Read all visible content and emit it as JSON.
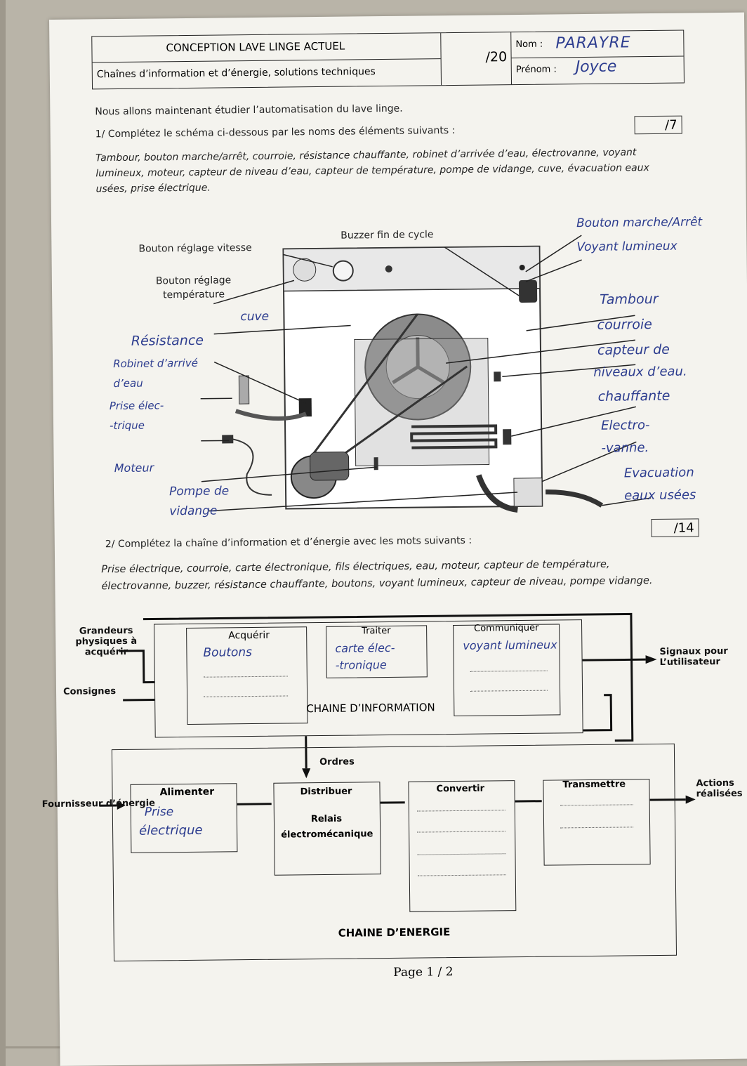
{
  "header": {
    "title": "CONCEPTION LAVE LINGE ACTUEL",
    "subtitle": "Chaînes d’information et d’énergie, solutions techniques",
    "score": "/20",
    "nom_label": "Nom :",
    "nom_value": "PARAYRE",
    "prenom_label": "Prénom :",
    "prenom_value": "Joyce"
  },
  "intro": "Nous allons maintenant étudier l’automatisation du lave linge.",
  "q1": {
    "title": "1/ Complétez le schéma ci-dessous par les noms des éléments suivants :",
    "score": "/7",
    "words_line1": "Tambour, bouton marche/arrêt, courroie, résistance chauffante, robinet d’arrivée d’eau, électrovanne, voyant",
    "words_line2": "lumineux, moteur, capteur de niveau d’eau, capteur de température, pompe de vidange, cuve, évacuation eaux",
    "words_line3": "usées, prise électrique."
  },
  "diagram": {
    "printed": {
      "vitesse": "Bouton réglage vitesse",
      "buzzer": "Buzzer fin de cycle",
      "temp1": "Bouton réglage",
      "temp2": "température"
    },
    "answers_left": [
      "cuve",
      "Résistance",
      "Robinet d’arrivé",
      "d’eau",
      "Prise élec-",
      "-trique",
      "Moteur",
      "Pompe de",
      "vidange"
    ],
    "answers_right": [
      "Bouton marche/Arrêt",
      "Voyant lumineux",
      "Tambour",
      "courroie",
      "capteur de",
      "niveaux d’eau.",
      "chauffante",
      "Electro-",
      "-vanne.",
      "Evacuation",
      "eaux usées"
    ]
  },
  "q2": {
    "title": "2/ Complétez la chaîne d’information et d’énergie avec les mots suivants :",
    "score": "/14",
    "words_line1": "Prise électrique, courroie, carte électronique, fils électriques, eau, moteur, capteur de température,",
    "words_line2": "électrovanne, buzzer, résistance chauffante, boutons, voyant lumineux, capteur de niveau, pompe vidange."
  },
  "info_chain": {
    "inputs_label": "Grandeurs physiques à acquérir",
    "consignes": "Consignes",
    "output": "Signaux pour L’utilisateur",
    "acquerir": "Acquérir",
    "acquerir_answer": "Boutons",
    "traiter": "Traiter",
    "traiter_answer1": "carte élec-",
    "traiter_answer2": "-tronique",
    "communiquer": "Communiquer",
    "communiquer_answer": "voyant lumineux",
    "title": "CHAINE D’INFORMATION",
    "ordres": "Ordres"
  },
  "energy_chain": {
    "fournisseur": "Fournisseur d’énergie",
    "actions": "Actions réalisées",
    "alimenter": "Alimenter",
    "alimenter_answer1": "Prise",
    "alimenter_answer2": "électrique",
    "distribuer": "Distribuer",
    "distribuer_value": "Relais électromécanique",
    "convertir": "Convertir",
    "transmettre": "Transmettre",
    "title": "CHAINE D’ENERGIE"
  },
  "footer": "Page 1 / 2"
}
